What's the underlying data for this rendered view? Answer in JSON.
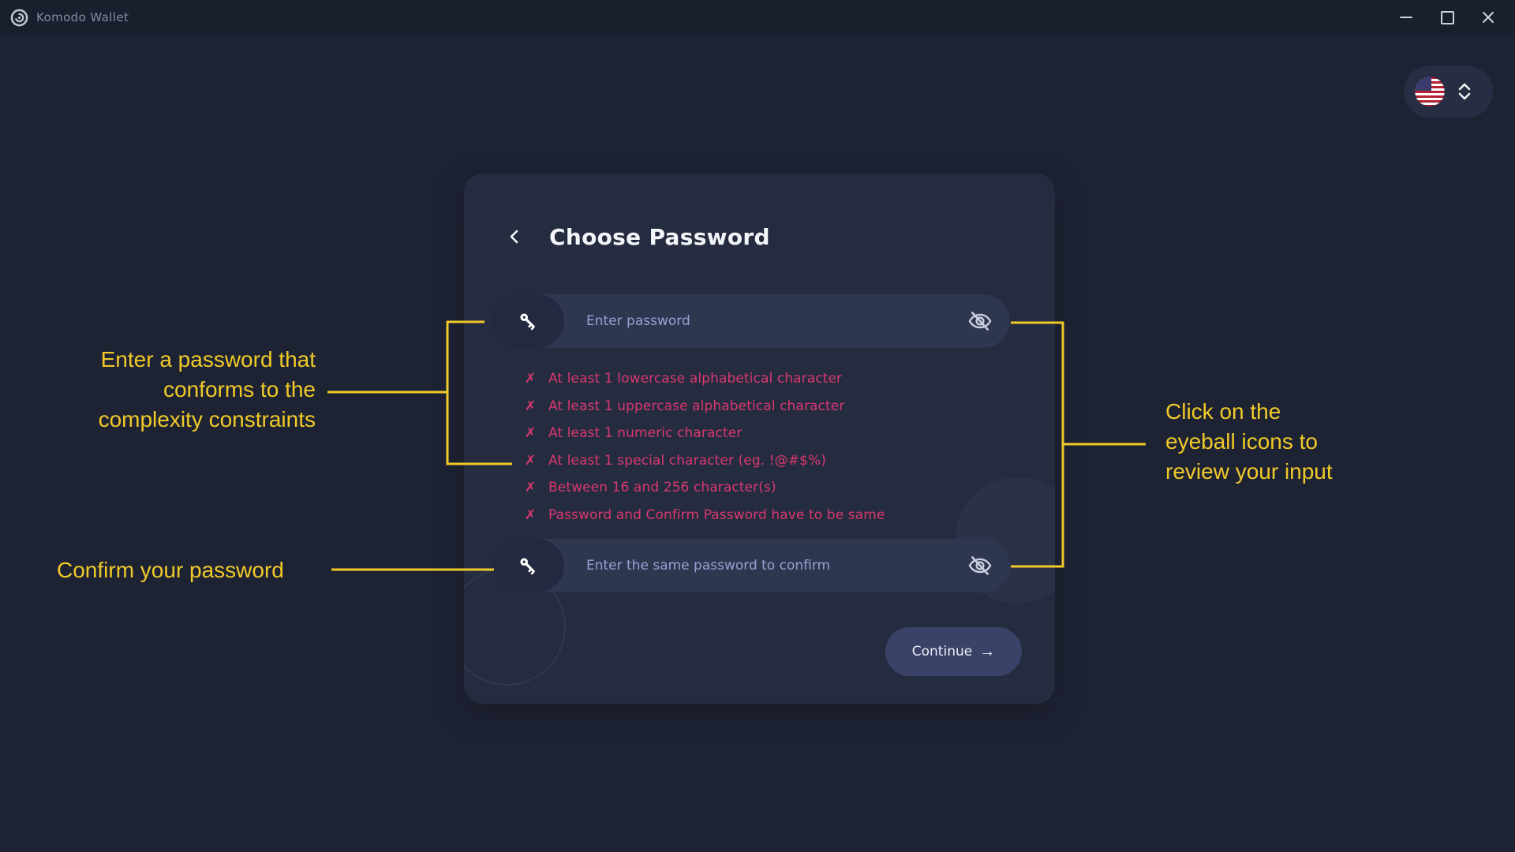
{
  "titlebar": {
    "app_title": "Komodo Wallet"
  },
  "dialog": {
    "title": "Choose Password",
    "password_input": {
      "placeholder": "Enter password",
      "value": ""
    },
    "confirm_input": {
      "placeholder": "Enter the same password to confirm",
      "value": ""
    },
    "validation": [
      {
        "mark": "✗",
        "text": "At least 1 lowercase alphabetical character"
      },
      {
        "mark": "✗",
        "text": "At least 1 uppercase alphabetical character"
      },
      {
        "mark": "✗",
        "text": "At least 1 numeric character"
      },
      {
        "mark": "✗",
        "text": "At least 1 special character (eg. !@#$%)"
      },
      {
        "mark": "✗",
        "text": "Between 16 and 256 character(s)"
      },
      {
        "mark": "✗",
        "text": "Password and Confirm Password have to be same"
      }
    ],
    "continue_label": "Continue",
    "continue_arrow": "→"
  },
  "annotations": {
    "left_top_lines": [
      "Enter a password that",
      "conforms to the",
      "complexity constraints"
    ],
    "left_bottom": "Confirm your password",
    "right_lines": [
      "Click on the",
      "eyeball icons to",
      "review your input"
    ]
  },
  "icons": {
    "komodo-logo-icon": "ring-spiral",
    "us-flag-icon": "us-flag",
    "chevron-updown-icon": "⌃⌄",
    "back-icon": "‹",
    "key-icon": "key",
    "eye-off-icon": "eye-with-slash",
    "minimize-icon": "—",
    "maximize-icon": "□",
    "close-icon": "✕"
  },
  "colors": {
    "background": "#1e2334",
    "card": "#262c40",
    "accent_yellow": "#f0ca28",
    "error_pink": "#d8386f",
    "input": "#2f3750",
    "button": "#3a4268"
  }
}
